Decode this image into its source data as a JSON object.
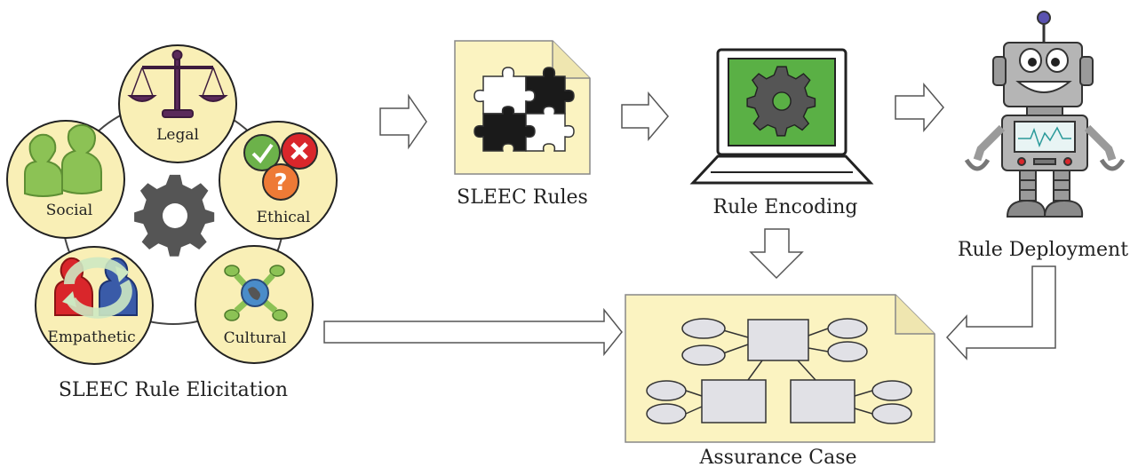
{
  "elicitation": {
    "caption": "SLEEC Rule Elicitation",
    "nodes": [
      {
        "label": "Legal",
        "icon": "scales-icon"
      },
      {
        "label": "Ethical",
        "icon": "check-cross-question-icon"
      },
      {
        "label": "Cultural",
        "icon": "globe-people-icon"
      },
      {
        "label": "Empathetic",
        "icon": "people-cycle-icon"
      },
      {
        "label": "Social",
        "icon": "people-icon"
      }
    ]
  },
  "rules": {
    "caption": "SLEEC Rules",
    "icon": "puzzle-icon"
  },
  "encoding": {
    "caption": "Rule Encoding",
    "icon": "laptop-gear-icon"
  },
  "deployment": {
    "caption": "Rule Deployment",
    "icon": "robot-icon"
  },
  "assurance": {
    "caption": "Assurance Case",
    "icon": "assurance-diagram-icon"
  },
  "colors": {
    "note_fill": "#fbf3c1",
    "node_fill": "#f9efb6",
    "gear": "#555555",
    "green": "#6cb24a",
    "screen_green": "#5ab045",
    "red": "#d9262b",
    "blue": "#3a5ba8",
    "orange": "#ee7a36",
    "robot_grey": "#a9a9a9",
    "shape_grey": "#e1e1e6"
  }
}
